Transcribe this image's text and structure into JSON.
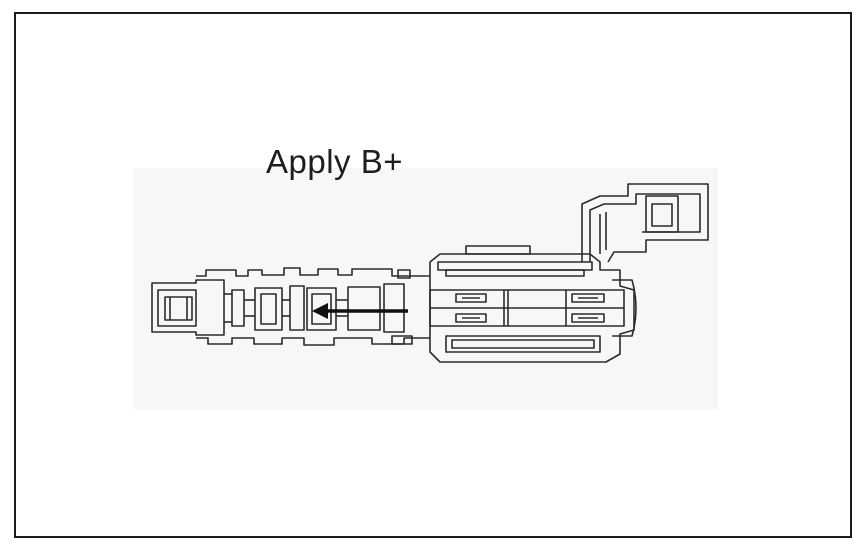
{
  "diagram": {
    "label": "Apply B+",
    "colors": {
      "line": "#2b2b2b",
      "background_tint": "#f7f7f7",
      "arrow": "#111111"
    },
    "icon": "solenoid-valve-cross-section",
    "arrow_direction": "left"
  }
}
